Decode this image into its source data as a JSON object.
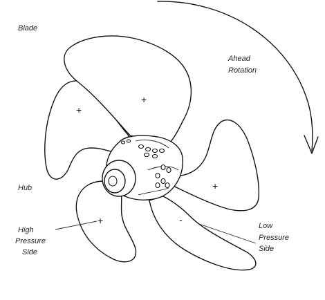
{
  "labels": {
    "blade": "Blade",
    "hub": "Hub",
    "ahead_line1": "Ahead",
    "ahead_line2": "Rotation",
    "high_line1": "High",
    "high_line2": "Pressure",
    "high_line3": "Side",
    "low_line1": "Low",
    "low_line2": "Pressure",
    "low_line3": "Side"
  },
  "signs": {
    "plus": "+",
    "minus": "-"
  },
  "colors": {
    "ink": "#111111",
    "background": "#ffffff"
  }
}
